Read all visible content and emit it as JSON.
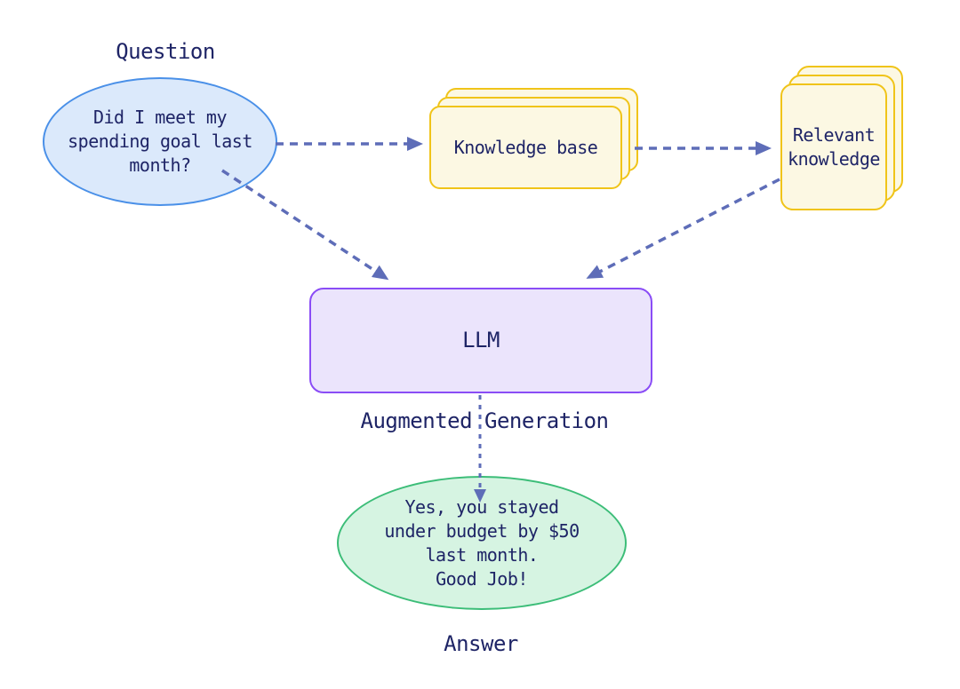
{
  "labels": {
    "question": "Question",
    "augmented_generation": "Augmented Generation",
    "answer": "Answer"
  },
  "shapes": {
    "question_bubble_text": "Did I meet my\nspending goal last\nmonth?",
    "knowledge_base_text": "Knowledge base",
    "relevant_knowledge_text": "Relevant\nknowledge",
    "llm_text": "LLM",
    "answer_bubble_text": "Yes, you stayed\nunder budget by $50\nlast month.\nGood Job!"
  },
  "colors": {
    "navy_text": "#1e2466",
    "blue_border": "#4a90e8",
    "blue_fill": "#dbe9fb",
    "yellow_border": "#f0c419",
    "yellow_fill": "#fcf8e3",
    "purple_border": "#8a4cf6",
    "purple_fill": "#ebe4fc",
    "green_border": "#3cbd78",
    "green_fill": "#d6f4e2",
    "arrow": "#5e6db8",
    "background": "#ffffff"
  }
}
